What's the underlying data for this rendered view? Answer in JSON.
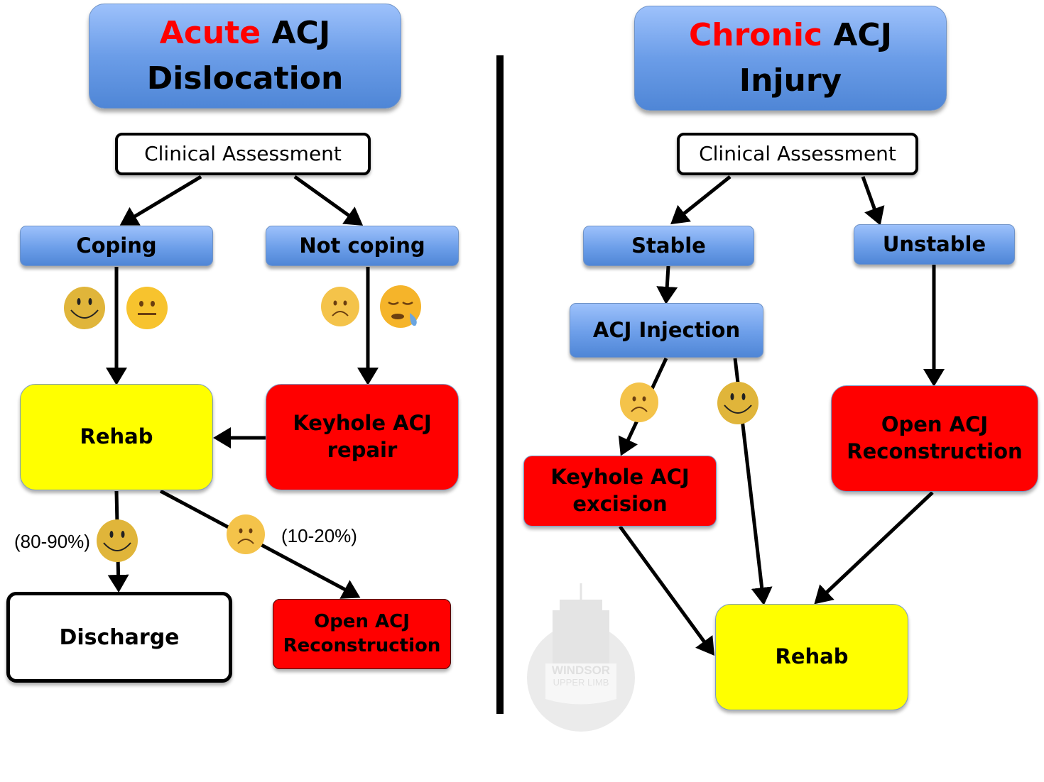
{
  "left": {
    "title_accent": "Acute",
    "title_rest": "ACJ",
    "title_line2": "Dislocation",
    "assessment": "Clinical Assessment",
    "coping": "Coping",
    "not_coping": "Not coping",
    "rehab": "Rehab",
    "keyhole_line1": "Keyhole ACJ",
    "keyhole_line2": "repair",
    "discharge": "Discharge",
    "open_line1": "Open ACJ",
    "open_line2": "Reconstruction",
    "pct_discharge": "(80-90%)",
    "pct_open": "(10-20%)"
  },
  "right": {
    "title_accent": "Chronic",
    "title_rest": "ACJ",
    "title_line2": "Injury",
    "assessment": "Clinical Assessment",
    "stable": "Stable",
    "unstable": "Unstable",
    "injection": "ACJ Injection",
    "keyhole_line1": "Keyhole ACJ",
    "keyhole_line2": "excision",
    "open_line1": "Open ACJ",
    "open_line2": "Reconstruction",
    "rehab": "Rehab"
  },
  "watermark": {
    "line1": "WINDSOR",
    "line2": "UPPER LIMB"
  },
  "colors": {
    "accent_text": "#ff0000",
    "blue_box": "#6c9ee9",
    "surgery_box": "#ff0000",
    "rehab_box": "#ffff00"
  },
  "icons": {
    "smiley": "smiley-face-icon",
    "neutral": "neutral-face-icon",
    "frown": "frowning-face-icon",
    "sleepy": "sleepy-face-icon"
  }
}
